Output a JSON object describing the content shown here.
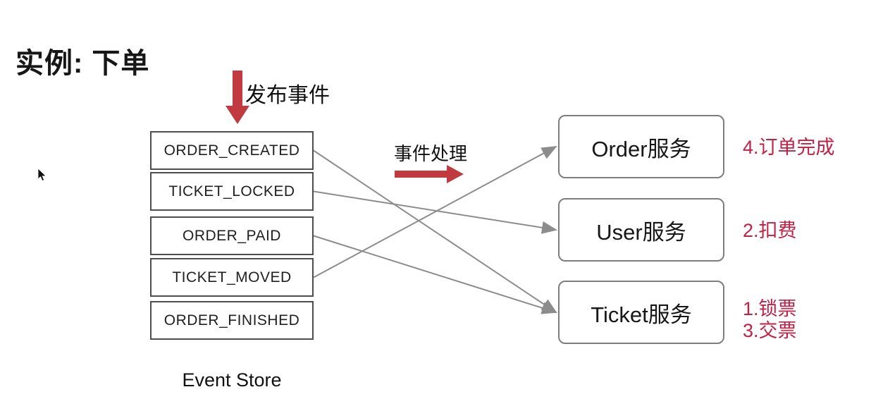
{
  "page": {
    "title": "实例: 下单"
  },
  "colors": {
    "arrow_red": "#c03a40",
    "annotation_red": "#c32045",
    "connector_gray": "#8c8c8c",
    "event_box_border": "#4d4d4d",
    "service_box_border": "#7d7d7d",
    "text_dark": "#171717"
  },
  "diagram": {
    "publish_label": "发布事件",
    "process_label": "事件处理",
    "store_label": "Event Store",
    "events": [
      {
        "id": "order_created",
        "label": "ORDER_CREATED"
      },
      {
        "id": "ticket_locked",
        "label": "TICKET_LOCKED"
      },
      {
        "id": "order_paid",
        "label": "ORDER_PAID"
      },
      {
        "id": "ticket_moved",
        "label": "TICKET_MOVED"
      },
      {
        "id": "order_finished",
        "label": "ORDER_FINISHED"
      }
    ],
    "services": [
      {
        "id": "order_service",
        "label": "Order服务",
        "notes": [
          "4.订单完成"
        ]
      },
      {
        "id": "user_service",
        "label": "User服务",
        "notes": [
          "2.扣费"
        ]
      },
      {
        "id": "ticket_service",
        "label": "Ticket服务",
        "notes": [
          "1.锁票",
          "3.交票"
        ]
      }
    ],
    "connections": [
      {
        "from": "order_created",
        "to": "ticket_service"
      },
      {
        "from": "ticket_locked",
        "to": "user_service"
      },
      {
        "from": "order_paid",
        "to": "ticket_service"
      },
      {
        "from": "ticket_moved",
        "to": "order_service"
      }
    ]
  }
}
